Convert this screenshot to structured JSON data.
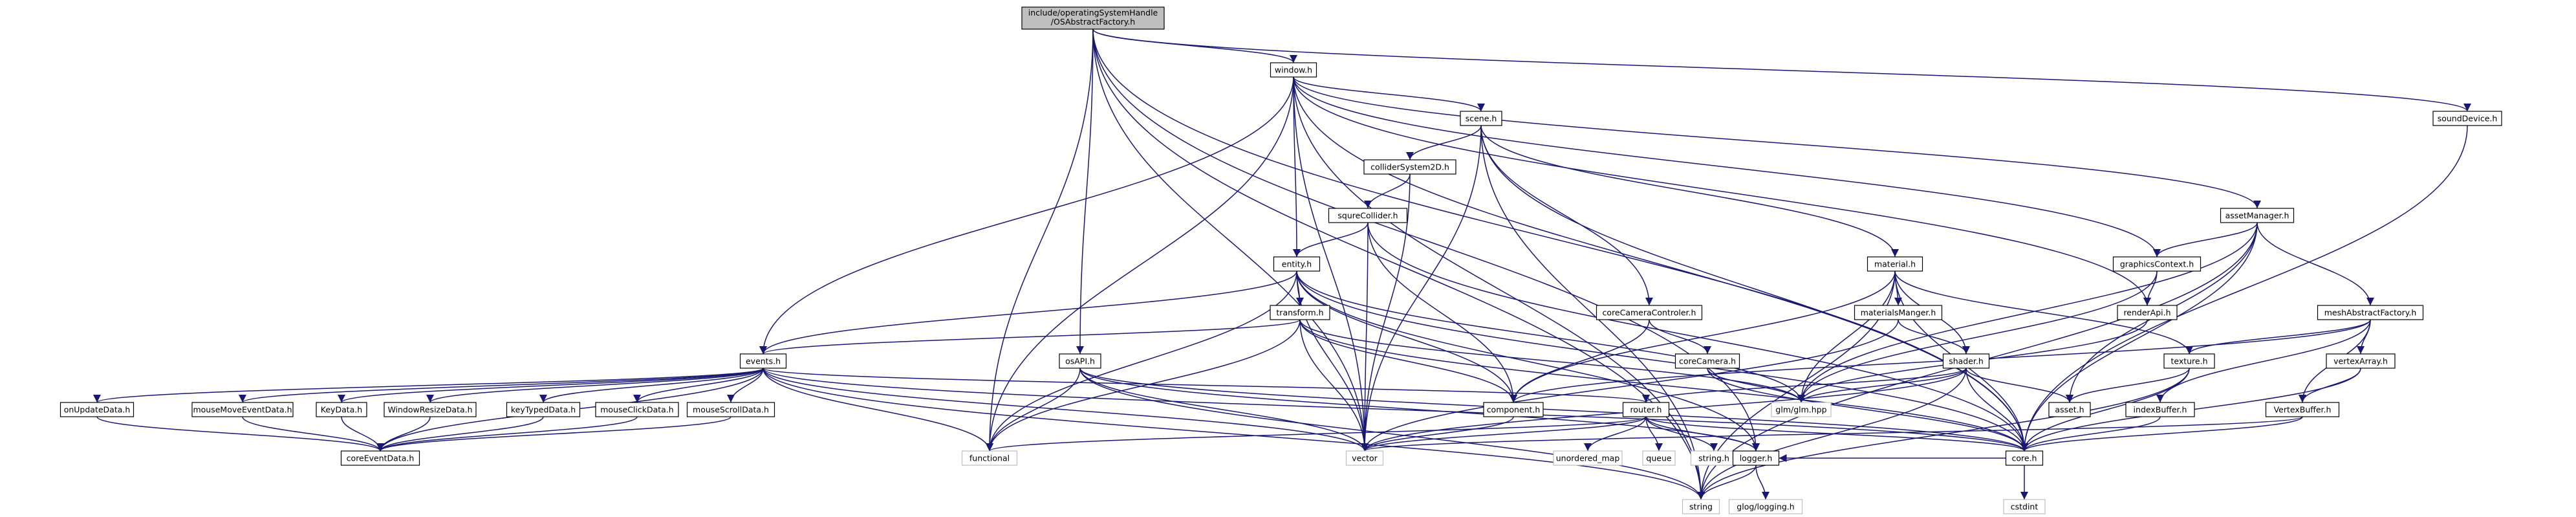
{
  "colors": {
    "edge": "#191970",
    "root_fill": "#bfbfbf",
    "node_border": "#000000",
    "external_border": "#bfbfbf"
  },
  "nodes": [
    {
      "id": "root",
      "label": [
        "include/operatingSystemHandle",
        "/OSAbstractFactory.h"
      ],
      "kind": "root"
    },
    {
      "id": "window",
      "label": [
        "window.h"
      ]
    },
    {
      "id": "soundDevice",
      "label": [
        "soundDevice.h"
      ]
    },
    {
      "id": "scene",
      "label": [
        "scene.h"
      ]
    },
    {
      "id": "colliderSystem2D",
      "label": [
        "colliderSystem2D.h"
      ]
    },
    {
      "id": "squreCollider",
      "label": [
        "squreCollider.h"
      ]
    },
    {
      "id": "assetManager",
      "label": [
        "assetManager.h"
      ]
    },
    {
      "id": "graphicsContext",
      "label": [
        "graphicsContext.h"
      ]
    },
    {
      "id": "entity",
      "label": [
        "entity.h"
      ]
    },
    {
      "id": "material",
      "label": [
        "material.h"
      ]
    },
    {
      "id": "transform",
      "label": [
        "transform.h"
      ]
    },
    {
      "id": "coreCameraControler",
      "label": [
        "coreCameraControler.h"
      ]
    },
    {
      "id": "materialsManger",
      "label": [
        "materialsManger.h"
      ]
    },
    {
      "id": "renderApi",
      "label": [
        "renderApi.h"
      ]
    },
    {
      "id": "meshAbstractFactory",
      "label": [
        "meshAbstractFactory.h"
      ]
    },
    {
      "id": "events",
      "label": [
        "events.h"
      ]
    },
    {
      "id": "osAPI",
      "label": [
        "osAPI.h"
      ]
    },
    {
      "id": "coreCamera",
      "label": [
        "coreCamera.h"
      ]
    },
    {
      "id": "shader",
      "label": [
        "shader.h"
      ]
    },
    {
      "id": "texture",
      "label": [
        "texture.h"
      ]
    },
    {
      "id": "vertexArray",
      "label": [
        "vertexArray.h"
      ]
    },
    {
      "id": "onUpdateData",
      "label": [
        "onUpdateData.h"
      ]
    },
    {
      "id": "mouseMoveEventData",
      "label": [
        "mouseMoveEventData.h"
      ]
    },
    {
      "id": "KeyData",
      "label": [
        "KeyData.h"
      ]
    },
    {
      "id": "WindowResizeData",
      "label": [
        "WindowResizeData.h"
      ]
    },
    {
      "id": "keyTypedData",
      "label": [
        "keyTypedData.h"
      ]
    },
    {
      "id": "mouseClickData",
      "label": [
        "mouseClickData.h"
      ]
    },
    {
      "id": "mouseScrollData",
      "label": [
        "mouseScrollData.h"
      ]
    },
    {
      "id": "component",
      "label": [
        "component.h"
      ]
    },
    {
      "id": "glm",
      "label": [
        "glm/glm.hpp"
      ],
      "kind": "ext"
    },
    {
      "id": "router",
      "label": [
        "router.h"
      ]
    },
    {
      "id": "asset",
      "label": [
        "asset.h"
      ]
    },
    {
      "id": "indexBuffer",
      "label": [
        "indexBuffer.h"
      ]
    },
    {
      "id": "VertexBuffer",
      "label": [
        "VertexBuffer.h"
      ]
    },
    {
      "id": "coreEventData",
      "label": [
        "coreEventData.h"
      ]
    },
    {
      "id": "functional",
      "label": [
        "functional"
      ],
      "kind": "ext"
    },
    {
      "id": "vector",
      "label": [
        "vector"
      ],
      "kind": "ext"
    },
    {
      "id": "unordered_map",
      "label": [
        "unordered_map"
      ],
      "kind": "ext"
    },
    {
      "id": "queue",
      "label": [
        "queue"
      ],
      "kind": "ext"
    },
    {
      "id": "string_h",
      "label": [
        "string.h"
      ],
      "kind": "ext"
    },
    {
      "id": "logger",
      "label": [
        "logger.h"
      ]
    },
    {
      "id": "core",
      "label": [
        "core.h"
      ]
    },
    {
      "id": "string",
      "label": [
        "string"
      ],
      "kind": "ext"
    },
    {
      "id": "glog",
      "label": [
        "glog/logging.h"
      ],
      "kind": "ext"
    },
    {
      "id": "cstdint",
      "label": [
        "cstdint"
      ],
      "kind": "ext"
    }
  ],
  "edges": [
    [
      "root",
      "window"
    ],
    [
      "root",
      "soundDevice"
    ],
    [
      "root",
      "osAPI"
    ],
    [
      "root",
      "functional"
    ],
    [
      "root",
      "vector"
    ],
    [
      "root",
      "core"
    ],
    [
      "root",
      "string"
    ],
    [
      "root",
      "logger"
    ],
    [
      "window",
      "scene"
    ],
    [
      "window",
      "assetManager"
    ],
    [
      "window",
      "graphicsContext"
    ],
    [
      "window",
      "entity"
    ],
    [
      "window",
      "events"
    ],
    [
      "window",
      "renderApi"
    ],
    [
      "window",
      "functional"
    ],
    [
      "window",
      "vector"
    ],
    [
      "window",
      "core"
    ],
    [
      "window",
      "string"
    ],
    [
      "soundDevice",
      "core"
    ],
    [
      "scene",
      "colliderSystem2D"
    ],
    [
      "scene",
      "material"
    ],
    [
      "scene",
      "coreCameraControler"
    ],
    [
      "scene",
      "vector"
    ],
    [
      "scene",
      "string"
    ],
    [
      "scene",
      "core"
    ],
    [
      "colliderSystem2D",
      "squreCollider"
    ],
    [
      "colliderSystem2D",
      "vector"
    ],
    [
      "squreCollider",
      "entity"
    ],
    [
      "squreCollider",
      "component"
    ],
    [
      "squreCollider",
      "vector"
    ],
    [
      "squreCollider",
      "core"
    ],
    [
      "assetManager",
      "graphicsContext"
    ],
    [
      "assetManager",
      "meshAbstractFactory"
    ],
    [
      "assetManager",
      "asset"
    ],
    [
      "assetManager",
      "core"
    ],
    [
      "assetManager",
      "string"
    ],
    [
      "assetManager",
      "glm"
    ],
    [
      "graphicsContext",
      "renderApi"
    ],
    [
      "graphicsContext",
      "glm"
    ],
    [
      "entity",
      "transform"
    ],
    [
      "entity",
      "component"
    ],
    [
      "entity",
      "events"
    ],
    [
      "entity",
      "glm"
    ],
    [
      "entity",
      "vector"
    ],
    [
      "entity",
      "functional"
    ],
    [
      "entity",
      "core"
    ],
    [
      "entity",
      "logger"
    ],
    [
      "material",
      "materialsManger"
    ],
    [
      "material",
      "shader"
    ],
    [
      "material",
      "texture"
    ],
    [
      "material",
      "component"
    ],
    [
      "material",
      "glm"
    ],
    [
      "material",
      "core"
    ],
    [
      "material",
      "string"
    ],
    [
      "transform",
      "component"
    ],
    [
      "transform",
      "glm"
    ],
    [
      "transform",
      "functional"
    ],
    [
      "transform",
      "events"
    ],
    [
      "transform",
      "vector"
    ],
    [
      "transform",
      "core"
    ],
    [
      "coreCameraControler",
      "coreCamera"
    ],
    [
      "coreCameraControler",
      "component"
    ],
    [
      "materialsManger",
      "shader"
    ],
    [
      "materialsManger",
      "vector"
    ],
    [
      "renderApi",
      "glm"
    ],
    [
      "meshAbstractFactory",
      "vertexArray"
    ],
    [
      "meshAbstractFactory",
      "texture"
    ],
    [
      "meshAbstractFactory",
      "indexBuffer"
    ],
    [
      "meshAbstractFactory",
      "VertexBuffer"
    ],
    [
      "meshAbstractFactory",
      "component"
    ],
    [
      "events",
      "onUpdateData"
    ],
    [
      "events",
      "mouseMoveEventData"
    ],
    [
      "events",
      "KeyData"
    ],
    [
      "events",
      "WindowResizeData"
    ],
    [
      "events",
      "keyTypedData"
    ],
    [
      "events",
      "mouseClickData"
    ],
    [
      "events",
      "mouseScrollData"
    ],
    [
      "events",
      "functional"
    ],
    [
      "events",
      "router"
    ],
    [
      "events",
      "vector"
    ],
    [
      "events",
      "core"
    ],
    [
      "events",
      "string"
    ],
    [
      "events",
      "coreEventData"
    ],
    [
      "osAPI",
      "functional"
    ],
    [
      "osAPI",
      "vector"
    ],
    [
      "osAPI",
      "string"
    ],
    [
      "osAPI",
      "core"
    ],
    [
      "osAPI",
      "logger"
    ],
    [
      "coreCamera",
      "glm"
    ],
    [
      "coreCamera",
      "core"
    ],
    [
      "shader",
      "glm"
    ],
    [
      "shader",
      "asset"
    ],
    [
      "shader",
      "core"
    ],
    [
      "shader",
      "vector"
    ],
    [
      "shader",
      "string"
    ],
    [
      "shader",
      "router"
    ],
    [
      "texture",
      "asset"
    ],
    [
      "texture",
      "core"
    ],
    [
      "texture",
      "string"
    ],
    [
      "vertexArray",
      "VertexBuffer"
    ],
    [
      "vertexArray",
      "core"
    ],
    [
      "onUpdateData",
      "coreEventData"
    ],
    [
      "mouseMoveEventData",
      "coreEventData"
    ],
    [
      "KeyData",
      "coreEventData"
    ],
    [
      "WindowResizeData",
      "coreEventData"
    ],
    [
      "keyTypedData",
      "coreEventData"
    ],
    [
      "mouseClickData",
      "coreEventData"
    ],
    [
      "mouseScrollData",
      "coreEventData"
    ],
    [
      "component",
      "vector"
    ],
    [
      "router",
      "unordered_map"
    ],
    [
      "router",
      "queue"
    ],
    [
      "router",
      "string_h"
    ],
    [
      "router",
      "logger"
    ],
    [
      "router",
      "vector"
    ],
    [
      "router",
      "functional"
    ],
    [
      "router",
      "core"
    ],
    [
      "indexBuffer",
      "core"
    ],
    [
      "VertexBuffer",
      "core"
    ],
    [
      "VertexBuffer",
      "vector"
    ],
    [
      "logger",
      "string"
    ],
    [
      "logger",
      "glog"
    ],
    [
      "core",
      "cstdint"
    ],
    [
      "core",
      "logger"
    ]
  ]
}
